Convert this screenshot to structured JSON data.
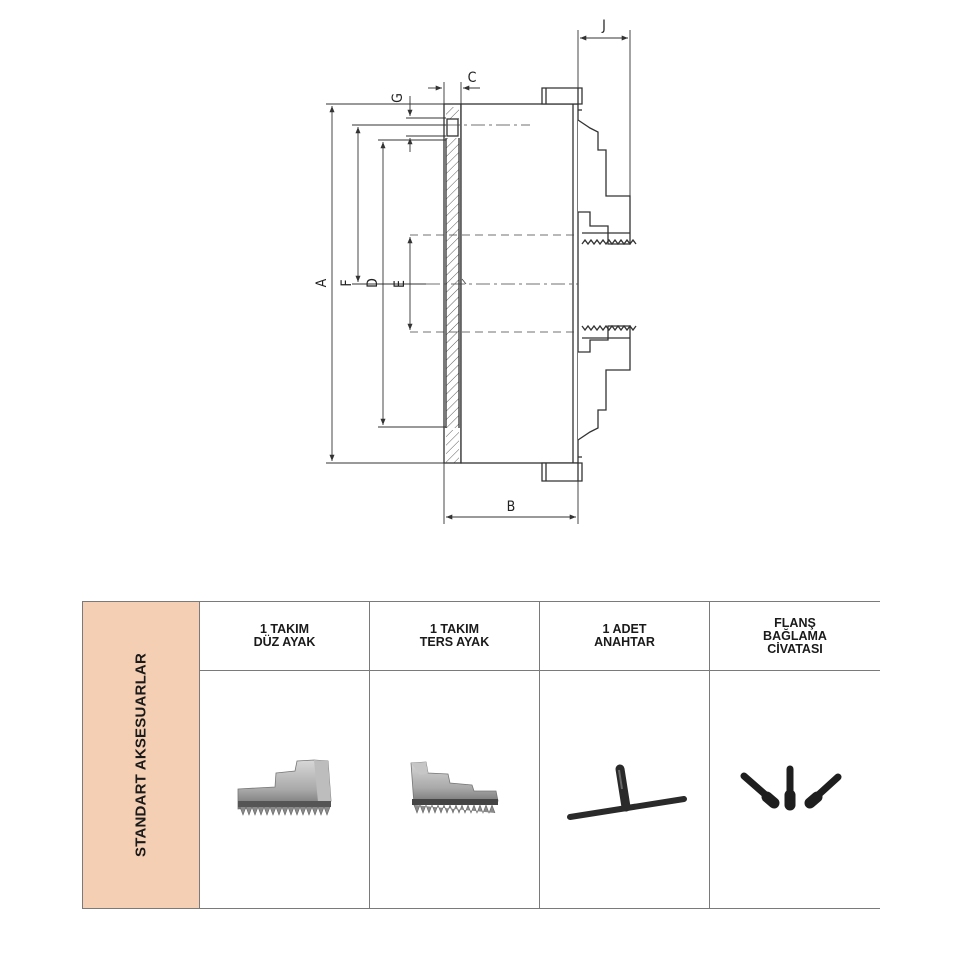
{
  "drawing": {
    "dimension_labels": {
      "a": "A",
      "b": "B",
      "c": "C",
      "d": "D",
      "e": "E",
      "f": "F",
      "g": "G",
      "j": "J"
    }
  },
  "accessories": {
    "section_label": "STANDART AKSESUARLAR",
    "columns": [
      {
        "title": "1 TAKIM\nDÜZ AYAK",
        "icon": "straight-jaw-set"
      },
      {
        "title": "1 TAKIM\nTERS AYAK",
        "icon": "reverse-jaw-set"
      },
      {
        "title": "1 ADET\nANAHTAR",
        "icon": "chuck-key"
      },
      {
        "title": "FLANŞ\nBAĞLAMA\nCİVATASI",
        "icon": "flange-bolts"
      }
    ]
  }
}
